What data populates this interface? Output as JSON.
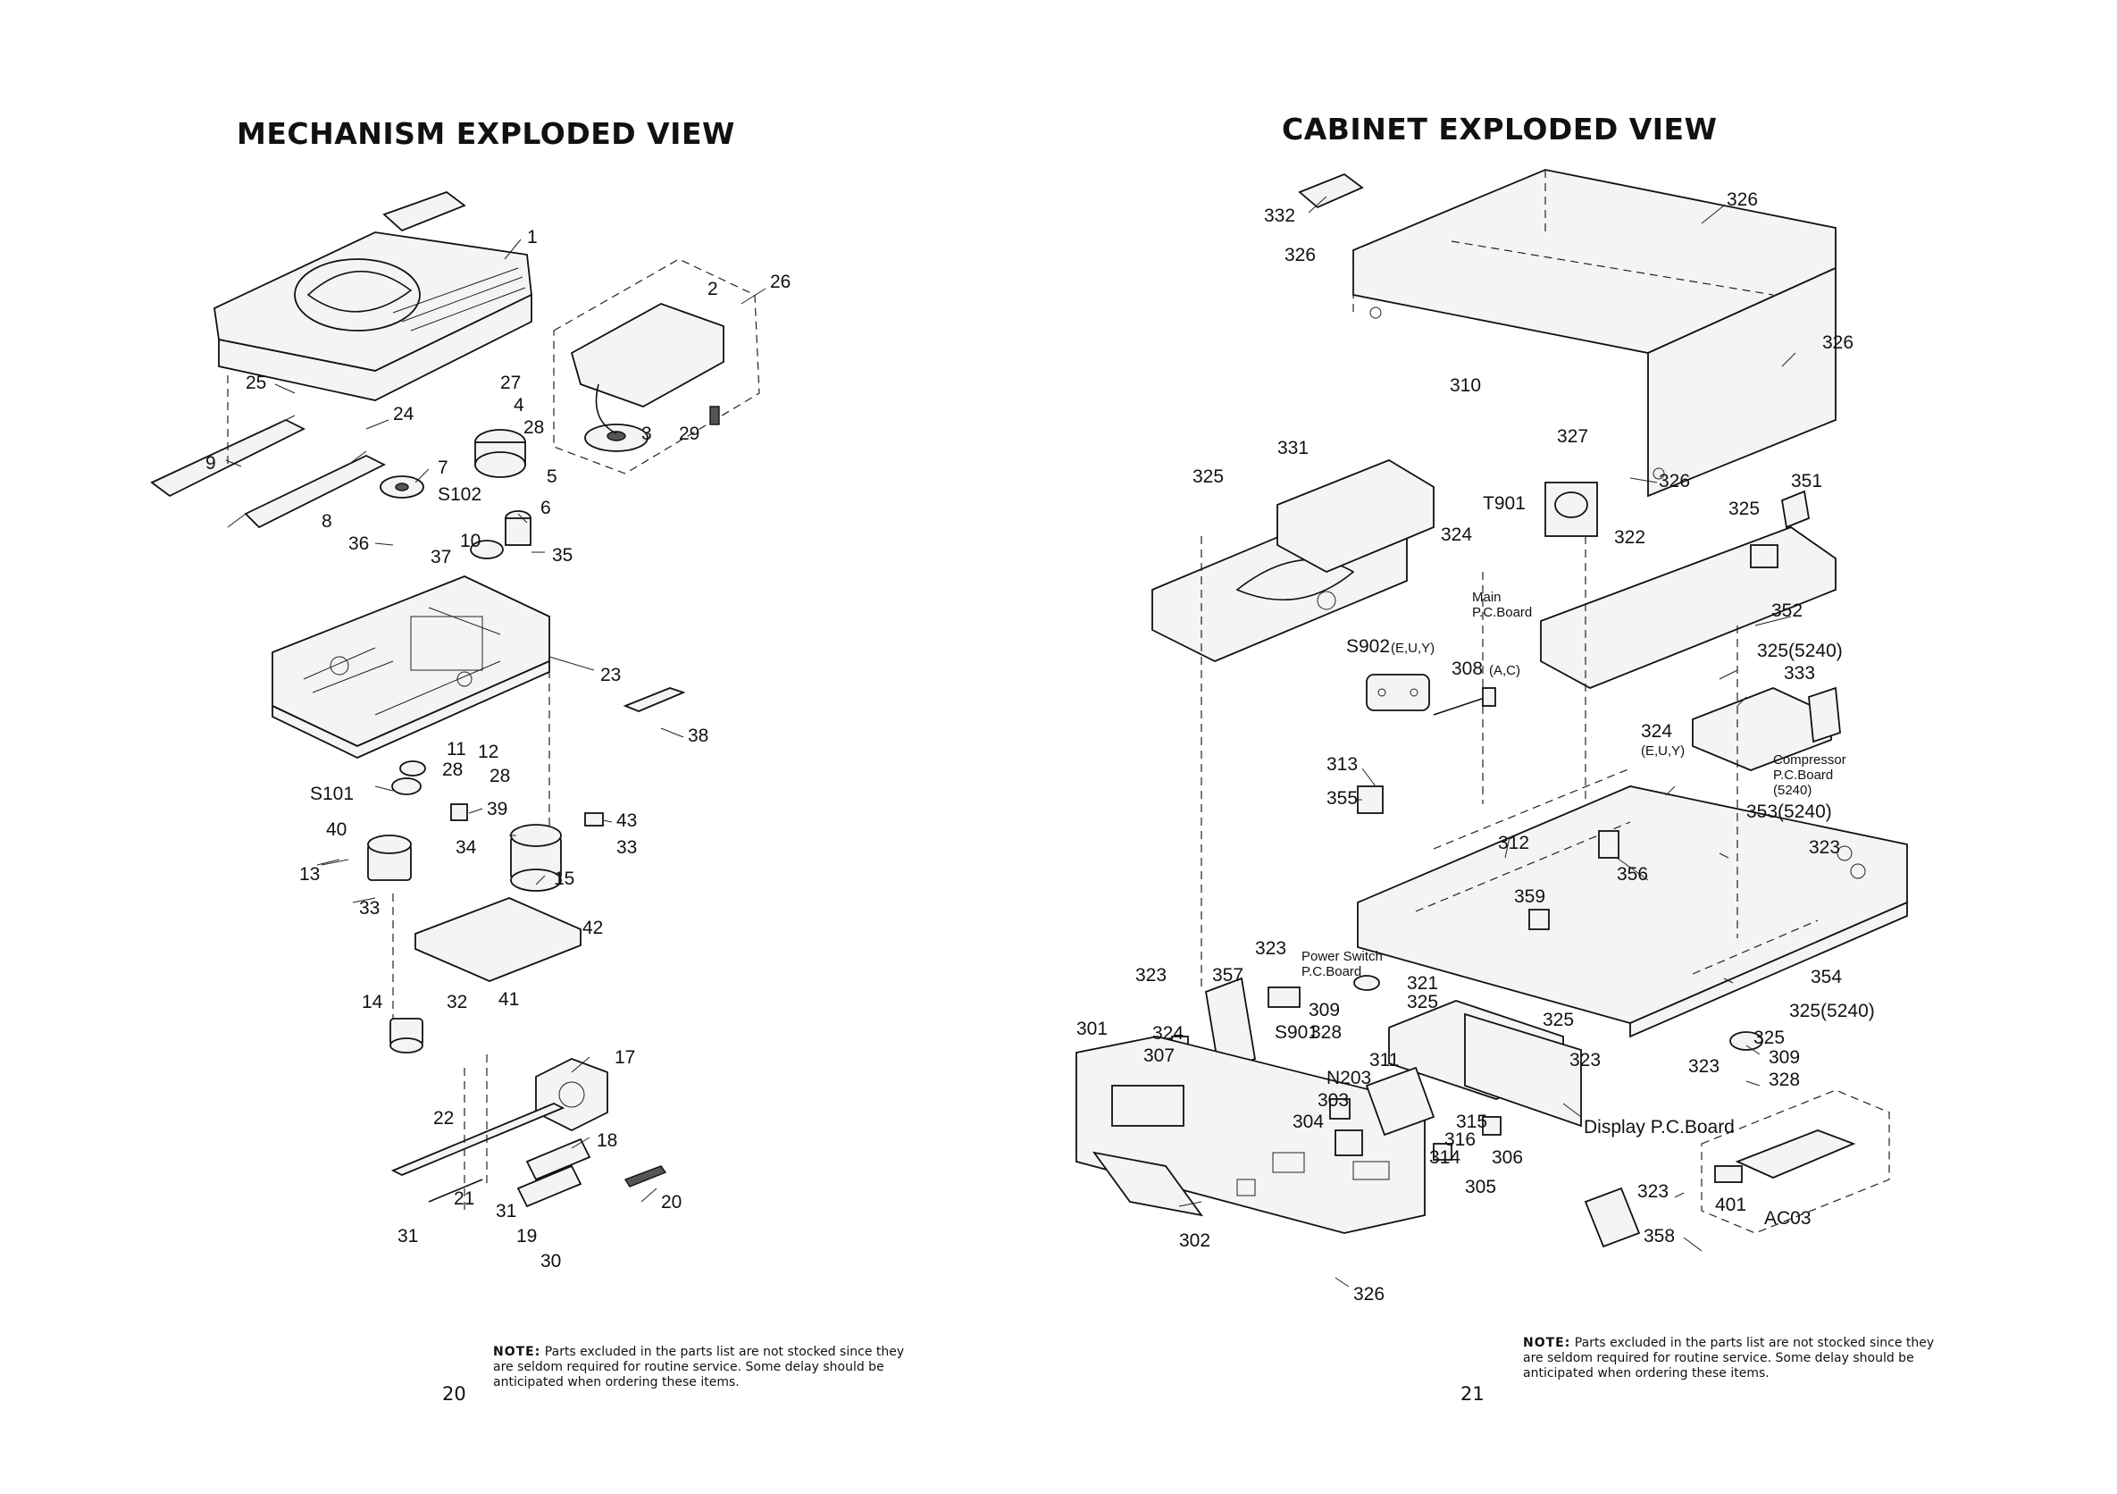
{
  "left_page": {
    "title": "MECHANISM EXPLODED VIEW",
    "note_label": "NOTE:",
    "note_text": "Parts excluded in the parts list are not stocked since they are seldom required for routine service. Some delay should be anticipated when ordering these items.",
    "page_number": "20",
    "callouts": {
      "c1": "1",
      "c2": "2",
      "c3": "3",
      "c4": "4",
      "c5": "5",
      "c6": "6",
      "c7": "7",
      "c8": "8",
      "c9": "9",
      "c10": "10",
      "c11": "11",
      "c12": "12",
      "c13": "13",
      "c14": "14",
      "c15": "15",
      "c17": "17",
      "c18": "18",
      "c19": "19",
      "c20": "20",
      "c21": "21",
      "c22": "22",
      "c23": "23",
      "c24": "24",
      "c25": "25",
      "c26": "26",
      "c27": "27",
      "c28a": "28",
      "c28b": "28",
      "c28c": "28",
      "c29": "29",
      "c30": "30",
      "c31a": "31",
      "c31b": "31",
      "c32": "32",
      "c33a": "33",
      "c33b": "33",
      "c34": "34",
      "c35": "35",
      "c36": "36",
      "c37": "37",
      "c38": "38",
      "c39": "39",
      "c40": "40",
      "c41": "41",
      "c42": "42",
      "c43": "43",
      "cS101": "S101",
      "cS102": "S102"
    }
  },
  "right_page": {
    "title": "CABINET EXPLODED VIEW",
    "note_label": "NOTE:",
    "note_text": "Parts excluded in the parts list are not stocked since they are seldom required for routine service. Some delay should be anticipated when ordering these items.",
    "page_number": "21",
    "callouts": {
      "c301": "301",
      "c302": "302",
      "c303": "303",
      "c304": "304",
      "c305": "305",
      "c306": "306",
      "c307": "307",
      "c309a": "309",
      "c309b": "309",
      "c310": "310",
      "c311": "311",
      "c312": "312",
      "c313": "313",
      "c314": "314",
      "c315": "315",
      "c316": "316",
      "c321": "321",
      "c322": "322",
      "c323a": "323",
      "c323b": "323",
      "c323c": "323",
      "c323d": "323",
      "c323e": "323",
      "c323f": "323",
      "c324a": "324",
      "c324b": "324",
      "c324c": "324",
      "c324b_sub": "(E,U,Y)",
      "c325a": "325",
      "c325b": "325",
      "c325c": "325",
      "c325d": "325",
      "c325e": "325",
      "c325_5240a": "325(5240)",
      "c325_5240b": "325(5240)",
      "c326a": "326",
      "c326b": "326",
      "c326c": "326",
      "c326d": "326",
      "c326e": "326",
      "c327": "327",
      "c328a": "328",
      "c328b": "328",
      "c331": "331",
      "c332": "332",
      "c333": "333",
      "c351": "351",
      "c352": "352",
      "c353": "353(5240)",
      "c354": "354",
      "c355": "355",
      "c356": "356",
      "c357": "357",
      "c358": "358",
      "c359": "359",
      "cN203": "N203",
      "c401": "401",
      "cAC03": "AC03",
      "cT901": "T901",
      "cS902": "S902",
      "cS902_sub": "(E,U,Y)",
      "c308": "308",
      "c308_sub": "(A,C)",
      "cS901": "S901",
      "main_pcb_1": "Main",
      "main_pcb_2": "P.C.Board",
      "comp_pcb_1": "Compressor",
      "comp_pcb_2": "P.C.Board",
      "comp_pcb_3": "(5240)",
      "power_pcb_1": "Power Switch",
      "power_pcb_2": "P.C.Board",
      "display_pcb": "Display P.C.Board"
    }
  }
}
